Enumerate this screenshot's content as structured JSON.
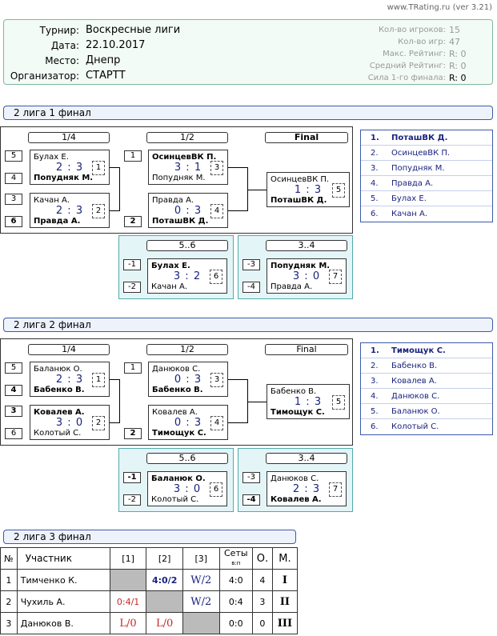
{
  "header": {
    "site": "www.TRating.ru (ver 3.21)"
  },
  "info": {
    "tournament_label": "Турнир:",
    "tournament": "Воскресные лиги",
    "date_label": "Дата:",
    "date": "22.10.2017",
    "place_label": "Место:",
    "place": "Днепр",
    "org_label": "Организатор:",
    "org": "СТАРТТ",
    "stats": [
      {
        "label": "Кол-во игроков:",
        "value": "15"
      },
      {
        "label": "Кол-во игр:",
        "value": "47"
      },
      {
        "label": "Макс. Рейтинг:",
        "value": "R:    0"
      },
      {
        "label": "Средний Рейтинг:",
        "value": "R:    0"
      },
      {
        "label": "Сила 1-го финала:",
        "value": "R:    0"
      }
    ]
  },
  "final1": {
    "title": "2 лига 1 финал",
    "rounds": [
      "1/4",
      "1/2",
      "Final"
    ],
    "cons": [
      "5..6",
      "3..4"
    ],
    "matches": [
      {
        "s1": "5",
        "p1": "Булах Е.",
        "s2": "4",
        "p2": "Попудняк М.",
        "score": "2 : 3",
        "num": "1",
        "win": 2
      },
      {
        "s1": "3",
        "p1": "Качан А.",
        "s2": "6",
        "p2": "Правда А.",
        "score": "2 : 3",
        "num": "2",
        "win": 2
      },
      {
        "s1": "1",
        "p1": "ОсинцевВК П.",
        "s2": "",
        "p2": "Попудняк М.",
        "score": "3 : 1",
        "num": "3",
        "win": 1
      },
      {
        "s1": "",
        "p1": "Правда А.",
        "s2": "2",
        "p2": "ПоташВК Д.",
        "score": "0 : 3",
        "num": "4",
        "win": 2
      },
      {
        "s1": "",
        "p1": "ОсинцевВК П.",
        "s2": "",
        "p2": "ПоташВК Д.",
        "score": "1 : 3",
        "num": "5",
        "win": 2
      },
      {
        "s1": "-1",
        "p1": "Булах Е.",
        "s2": "-2",
        "p2": "Качан А.",
        "score": "3 : 2",
        "num": "6",
        "win": 1
      },
      {
        "s1": "-3",
        "p1": "Попудняк М.",
        "s2": "-4",
        "p2": "Правда А.",
        "score": "3 : 0",
        "num": "7",
        "win": 1
      }
    ],
    "standings": [
      {
        "rank": "1.",
        "name": "ПоташВК Д."
      },
      {
        "rank": "2.",
        "name": "ОсинцевВК П."
      },
      {
        "rank": "3.",
        "name": "Попудняк М."
      },
      {
        "rank": "4.",
        "name": "Правда А."
      },
      {
        "rank": "5.",
        "name": "Булах Е."
      },
      {
        "rank": "6.",
        "name": "Качан А."
      }
    ]
  },
  "final2": {
    "title": "2 лига 2 финал",
    "rounds": [
      "1/4",
      "1/2",
      "Final"
    ],
    "cons": [
      "5..6",
      "3..4"
    ],
    "matches": [
      {
        "s1": "5",
        "p1": "Баланюк О.",
        "s2": "4",
        "p2": "Бабенко В.",
        "score": "2 : 3",
        "num": "1",
        "win": 2
      },
      {
        "s1": "3",
        "p1": "Ковалев А.",
        "s2": "6",
        "p2": "Колотый С.",
        "score": "3 : 0",
        "num": "2",
        "win": 1
      },
      {
        "s1": "1",
        "p1": "Данюков С.",
        "s2": "",
        "p2": "Бабенко В.",
        "score": "0 : 3",
        "num": "3",
        "win": 2
      },
      {
        "s1": "",
        "p1": "Ковалев А.",
        "s2": "2",
        "p2": "Тимощук С.",
        "score": "0 : 3",
        "num": "4",
        "win": 2
      },
      {
        "s1": "",
        "p1": "Бабенко В.",
        "s2": "",
        "p2": "Тимощук С.",
        "score": "1 : 3",
        "num": "5",
        "win": 2
      },
      {
        "s1": "-1",
        "p1": "Баланюк О.",
        "s2": "-2",
        "p2": "Колотый С.",
        "score": "3 : 0",
        "num": "6",
        "win": 1
      },
      {
        "s1": "-3",
        "p1": "Данюков С.",
        "s2": "-4",
        "p2": "Ковалев А.",
        "score": "2 : 3",
        "num": "7",
        "win": 2
      }
    ],
    "standings": [
      {
        "rank": "1.",
        "name": "Тимощук С."
      },
      {
        "rank": "2.",
        "name": "Бабенко В."
      },
      {
        "rank": "3.",
        "name": "Ковалев А."
      },
      {
        "rank": "4.",
        "name": "Данюков С."
      },
      {
        "rank": "5.",
        "name": "Баланюк О."
      },
      {
        "rank": "6.",
        "name": "Колотый С."
      }
    ]
  },
  "final3": {
    "title": "2 лига 3 финал",
    "headers": {
      "no": "№",
      "player": "Участник",
      "c1": "[1]",
      "c2": "[2]",
      "c3": "[3]",
      "sets": "Сеты",
      "sets_sub": "в:п",
      "pts": "О.",
      "place": "М."
    },
    "rows": [
      {
        "no": "1",
        "player": "Тимченко К.",
        "cells": [
          "",
          "4:0/2",
          "W/2"
        ],
        "sets": "4:0",
        "pts": "4",
        "place": "I"
      },
      {
        "no": "2",
        "player": "Чухиль А.",
        "cells": [
          "0:4/1",
          "",
          "W/2"
        ],
        "sets": "0:4",
        "pts": "3",
        "place": "II"
      },
      {
        "no": "3",
        "player": "Данюков В.",
        "cells": [
          "L/0",
          "L/0",
          ""
        ],
        "sets": "0:0",
        "pts": "0",
        "place": "III"
      }
    ]
  }
}
